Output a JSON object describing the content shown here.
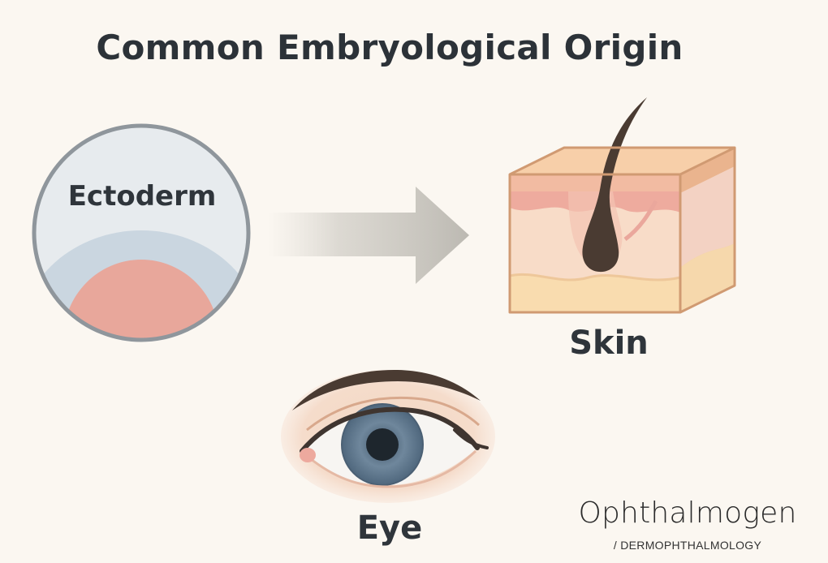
{
  "title": "Common Embryological Origin",
  "nodes": {
    "ectoderm": "Ectoderm",
    "skin": "Skin",
    "eye": "Eye"
  },
  "brand": {
    "name": "Ophthalmogen",
    "tagline": "/ DERMOPHTHALMOLOGY"
  }
}
